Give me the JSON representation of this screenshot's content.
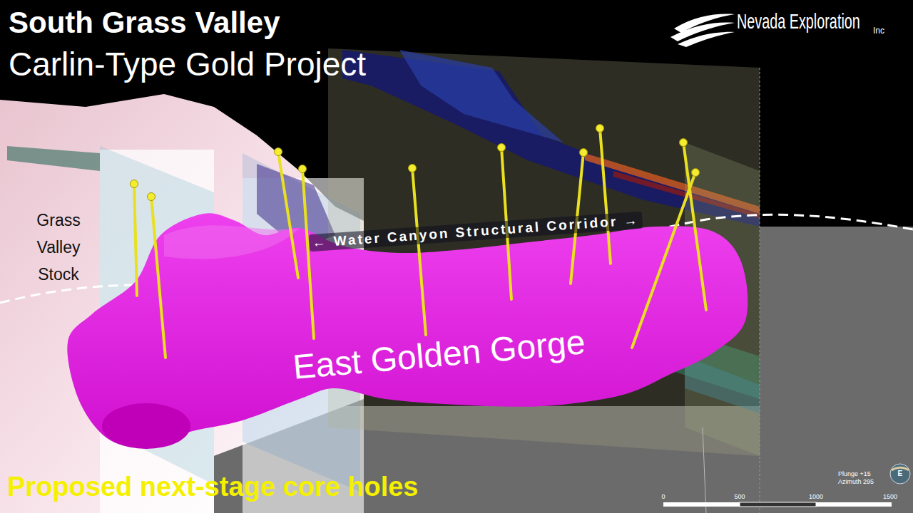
{
  "diagram": {
    "title": "South Grass Valley",
    "nodes": [
      {
        "text": [
          "East Golden Gorge"
        ]
      }
    ],
    "labels": [
      "Carlin-Type Gold Project",
      "Nevada Exploration",
      "Inc",
      "Grass Valley Stock",
      "← Water Canyon Structural Corridor →",
      "Proposed next-stage core holes",
      "Plunge +15",
      "Azimuth 295",
      "E",
      "0",
      "500",
      "1000",
      "1500"
    ]
  }
}
